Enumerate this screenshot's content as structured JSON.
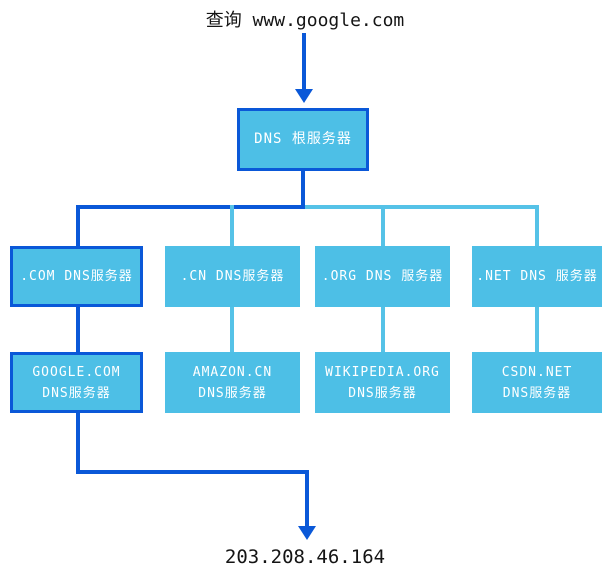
{
  "title": "查询 www.google.com",
  "result_ip": "203.208.46.164",
  "colors": {
    "highlight_blue": "#0a58d8",
    "secondary_blue": "#55c2e7",
    "node_fill": "#4dbfe6",
    "node_text": "#ffffff",
    "label_text": "#141414"
  },
  "nodes": {
    "root": {
      "label": "DNS 根服务器"
    },
    "tlds": [
      {
        "label": ".COM DNS服务器",
        "highlighted": true
      },
      {
        "label": ".CN DNS服务器",
        "highlighted": false
      },
      {
        "label": ".ORG DNS 服务器",
        "highlighted": false
      },
      {
        "label": ".NET DNS 服务器",
        "highlighted": false
      }
    ],
    "auth": [
      {
        "line1": "GOOGLE.COM",
        "line2": "DNS服务器",
        "highlighted": true
      },
      {
        "line1": "AMAZON.CN",
        "line2": "DNS服务器",
        "highlighted": false
      },
      {
        "line1": "WIKIPEDIA.ORG",
        "line2": "DNS服务器",
        "highlighted": false
      },
      {
        "line1": "CSDN.NET",
        "line2": "DNS服务器",
        "highlighted": false
      }
    ]
  }
}
